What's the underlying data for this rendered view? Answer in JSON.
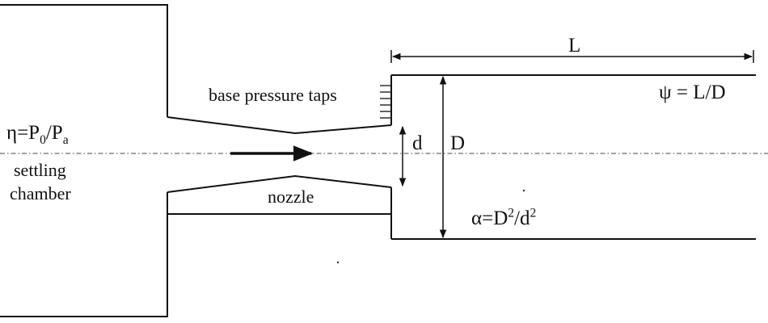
{
  "labels": {
    "length": "L",
    "psi_eq": "ψ = L/D",
    "base_pressure_taps": "base pressure taps",
    "eta_prefix": "η=P",
    "eta_sub0": "0",
    "eta_slash": "/P",
    "eta_suba": "a",
    "settling": "settling",
    "chamber": "chamber",
    "d": "d",
    "D": "D",
    "nozzle": "nozzle",
    "alpha_prefix": "α=D",
    "alpha_sup1": "2",
    "alpha_mid": "/d",
    "alpha_sup2": "2"
  }
}
